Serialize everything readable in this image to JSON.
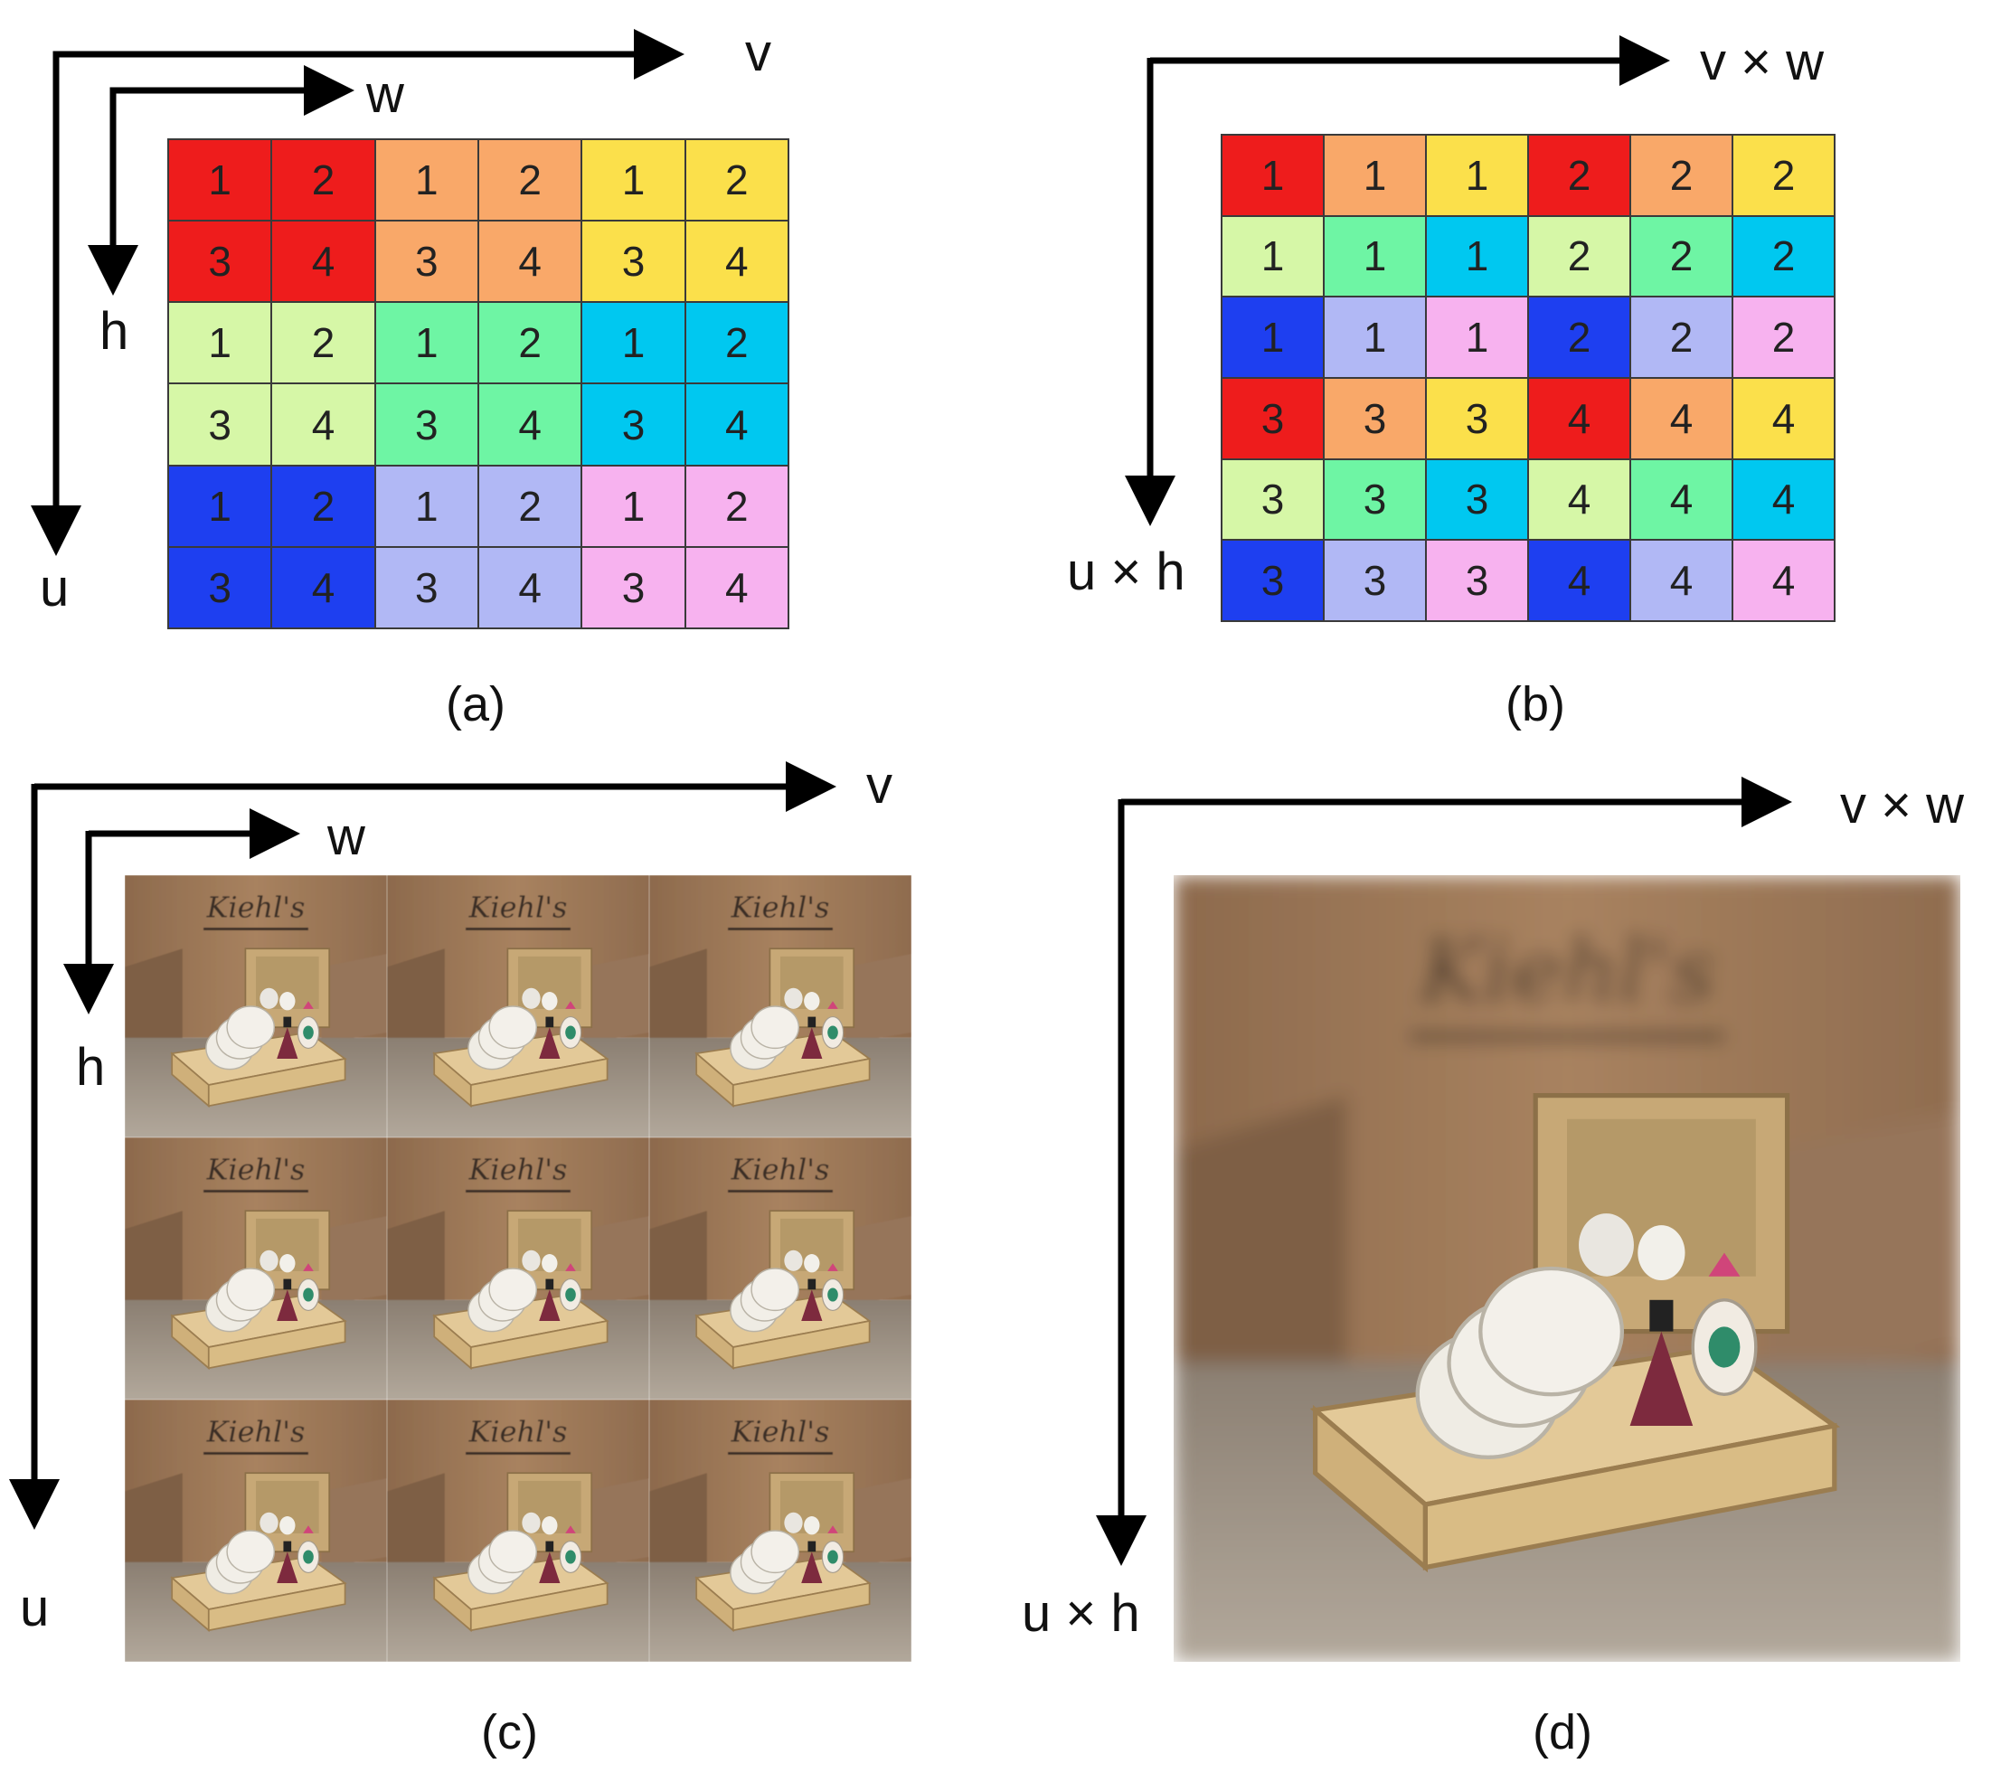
{
  "panels": {
    "a": {
      "caption": "(a)",
      "axis_v": "v",
      "axis_w": "w",
      "axis_h": "h",
      "axis_u": "u",
      "rows": [
        [
          "1",
          "2",
          "1",
          "2",
          "1",
          "2"
        ],
        [
          "3",
          "4",
          "3",
          "4",
          "3",
          "4"
        ],
        [
          "1",
          "2",
          "1",
          "2",
          "1",
          "2"
        ],
        [
          "3",
          "4",
          "3",
          "4",
          "3",
          "4"
        ],
        [
          "1",
          "2",
          "1",
          "2",
          "1",
          "2"
        ],
        [
          "3",
          "4",
          "3",
          "4",
          "3",
          "4"
        ]
      ],
      "colors": [
        [
          "#ee1c1c",
          "#ee1c1c",
          "#f9a869",
          "#f9a869",
          "#fbe04b",
          "#fbe04b"
        ],
        [
          "#ee1c1c",
          "#ee1c1c",
          "#f9a869",
          "#f9a869",
          "#fbe04b",
          "#fbe04b"
        ],
        [
          "#d6f7a7",
          "#d6f7a7",
          "#6ef5a4",
          "#6ef5a4",
          "#00c8f0",
          "#00c8f0"
        ],
        [
          "#d6f7a7",
          "#d6f7a7",
          "#6ef5a4",
          "#6ef5a4",
          "#00c8f0",
          "#00c8f0"
        ],
        [
          "#1e3ff0",
          "#1e3ff0",
          "#b1b8f5",
          "#b1b8f5",
          "#f7b2ef",
          "#f7b2ef"
        ],
        [
          "#1e3ff0",
          "#1e3ff0",
          "#b1b8f5",
          "#b1b8f5",
          "#f7b2ef",
          "#f7b2ef"
        ]
      ]
    },
    "b": {
      "caption": "(b)",
      "axis_vw": "v × w",
      "axis_uh": "u × h",
      "rows": [
        [
          "1",
          "1",
          "1",
          "2",
          "2",
          "2"
        ],
        [
          "1",
          "1",
          "1",
          "2",
          "2",
          "2"
        ],
        [
          "1",
          "1",
          "1",
          "2",
          "2",
          "2"
        ],
        [
          "3",
          "3",
          "3",
          "4",
          "4",
          "4"
        ],
        [
          "3",
          "3",
          "3",
          "4",
          "4",
          "4"
        ],
        [
          "3",
          "3",
          "3",
          "4",
          "4",
          "4"
        ]
      ],
      "colors": [
        [
          "#ee1c1c",
          "#f9a869",
          "#fbe04b",
          "#ee1c1c",
          "#f9a869",
          "#fbe04b"
        ],
        [
          "#d6f7a7",
          "#6ef5a4",
          "#00c8f0",
          "#d6f7a7",
          "#6ef5a4",
          "#00c8f0"
        ],
        [
          "#1e3ff0",
          "#b1b8f5",
          "#f7b2ef",
          "#1e3ff0",
          "#b1b8f5",
          "#f7b2ef"
        ],
        [
          "#ee1c1c",
          "#f9a869",
          "#fbe04b",
          "#ee1c1c",
          "#f9a869",
          "#fbe04b"
        ],
        [
          "#d6f7a7",
          "#6ef5a4",
          "#00c8f0",
          "#d6f7a7",
          "#6ef5a4",
          "#00c8f0"
        ],
        [
          "#1e3ff0",
          "#b1b8f5",
          "#f7b2ef",
          "#1e3ff0",
          "#b1b8f5",
          "#f7b2ef"
        ]
      ]
    },
    "c": {
      "caption": "(c)",
      "axis_v": "v",
      "axis_w": "w",
      "axis_h": "h",
      "axis_u": "u",
      "brand_text": "Kiehl's",
      "tiles_rows": 3,
      "tiles_cols": 3
    },
    "d": {
      "caption": "(d)",
      "axis_vw": "v × w",
      "axis_uh": "u × h",
      "brand_text": "Kiehl's"
    }
  }
}
